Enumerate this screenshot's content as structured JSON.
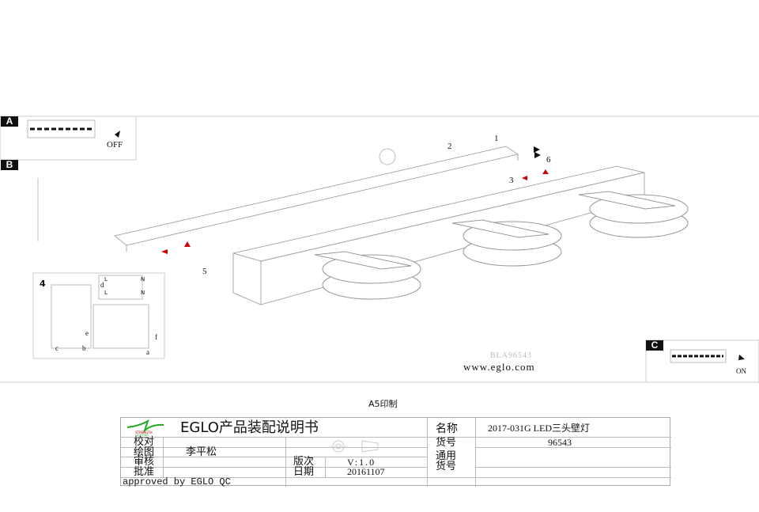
{
  "panels": {
    "a": "A",
    "b": "B",
    "c": "C"
  },
  "switch_labels": {
    "off": "OFF",
    "on": "ON"
  },
  "step_numbers": [
    "1",
    "2",
    "3",
    "4",
    "5",
    "6"
  ],
  "wiring_labels": {
    "a": "a",
    "b": "b",
    "c": "c",
    "d": "d",
    "e": "e",
    "f": "f",
    "l1": "L",
    "n1": "N",
    "l2": "L",
    "n2": "N"
  },
  "model_code": "BLA96543",
  "website": "www.eglo.com",
  "print_note": "A5印制",
  "title_block": {
    "logo_text": "NEW STRENGTH LIGHTING",
    "title": "EGLO产品装配说明书",
    "name_label": "名称",
    "name_value": "2017-031G LED三头壁灯",
    "item_no_label": "货号",
    "item_no_value": "96543",
    "general_item_label": "通用货号",
    "proofread_label": "校对",
    "drawing_label": "绘图",
    "drawing_value": "李平松",
    "review_label": "审核",
    "approve_label": "批准",
    "version_label": "版次",
    "version_value": "V:1.0",
    "date_label": "日期",
    "date_value": "20161107",
    "approved_by": "approved by EGLO QC"
  }
}
